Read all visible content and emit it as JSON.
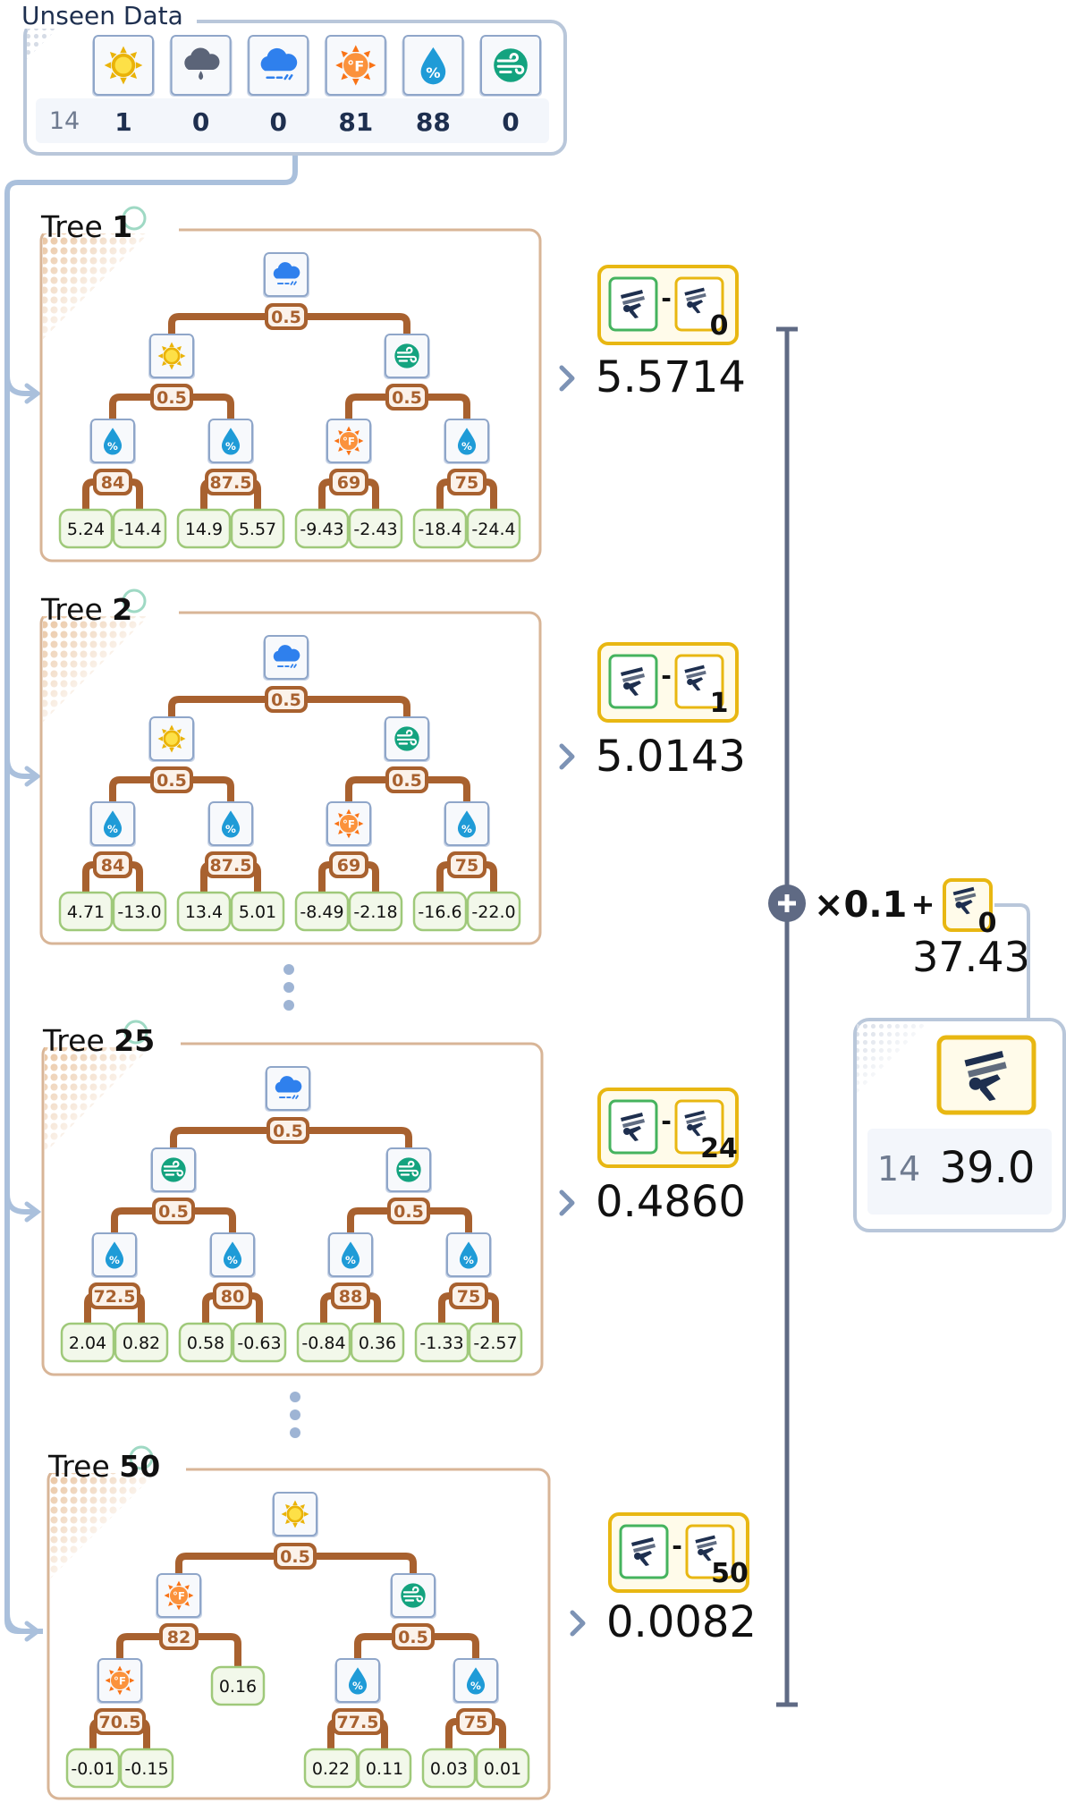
{
  "unseen_data": {
    "title": "Unseen Data",
    "row_id": "14",
    "features": [
      {
        "icon": "sun-icon",
        "value": "1"
      },
      {
        "icon": "rain-cloud-icon",
        "value": "0"
      },
      {
        "icon": "snow-cloud-icon",
        "value": "0"
      },
      {
        "icon": "temperature-icon",
        "value": "81"
      },
      {
        "icon": "humidity-icon",
        "value": "88"
      },
      {
        "icon": "wind-icon",
        "value": "0"
      }
    ]
  },
  "trees": [
    {
      "label": "Tree",
      "number": "1",
      "root": {
        "icon": "snow-cloud-icon",
        "threshold": "0.5"
      },
      "level2": [
        {
          "icon": "sun-icon",
          "threshold": "0.5"
        },
        {
          "icon": "wind-icon",
          "threshold": "0.5"
        }
      ],
      "level3": [
        {
          "icon": "humidity-icon",
          "threshold": "84",
          "leaves": [
            "5.24",
            "-14.4"
          ]
        },
        {
          "icon": "humidity-icon",
          "threshold": "87.5",
          "leaves": [
            "14.9",
            "5.57"
          ]
        },
        {
          "icon": "temperature-icon",
          "threshold": "69",
          "leaves": [
            "-9.43",
            "-2.43"
          ]
        },
        {
          "icon": "humidity-icon",
          "threshold": "75",
          "leaves": [
            "-18.4",
            "-24.4"
          ]
        }
      ],
      "residual_subscript": "0",
      "output": "5.5714"
    },
    {
      "label": "Tree",
      "number": "2",
      "root": {
        "icon": "snow-cloud-icon",
        "threshold": "0.5"
      },
      "level2": [
        {
          "icon": "sun-icon",
          "threshold": "0.5"
        },
        {
          "icon": "wind-icon",
          "threshold": "0.5"
        }
      ],
      "level3": [
        {
          "icon": "humidity-icon",
          "threshold": "84",
          "leaves": [
            "4.71",
            "-13.0"
          ]
        },
        {
          "icon": "humidity-icon",
          "threshold": "87.5",
          "leaves": [
            "13.4",
            "5.01"
          ]
        },
        {
          "icon": "temperature-icon",
          "threshold": "69",
          "leaves": [
            "-8.49",
            "-2.18"
          ]
        },
        {
          "icon": "humidity-icon",
          "threshold": "75",
          "leaves": [
            "-16.6",
            "-22.0"
          ]
        }
      ],
      "residual_subscript": "1",
      "output": "5.0143"
    },
    {
      "label": "Tree",
      "number": "25",
      "root": {
        "icon": "snow-cloud-icon",
        "threshold": "0.5"
      },
      "level2": [
        {
          "icon": "wind-icon",
          "threshold": "0.5"
        },
        {
          "icon": "wind-icon",
          "threshold": "0.5"
        }
      ],
      "level3": [
        {
          "icon": "humidity-icon",
          "threshold": "72.5",
          "leaves": [
            "2.04",
            "0.82"
          ]
        },
        {
          "icon": "humidity-icon",
          "threshold": "80",
          "leaves": [
            "0.58",
            "-0.63"
          ]
        },
        {
          "icon": "humidity-icon",
          "threshold": "88",
          "leaves": [
            "-0.84",
            "0.36"
          ]
        },
        {
          "icon": "humidity-icon",
          "threshold": "75",
          "leaves": [
            "-1.33",
            "-2.57"
          ]
        }
      ],
      "residual_subscript": "24",
      "output": "0.4860"
    },
    {
      "label": "Tree",
      "number": "50",
      "root": {
        "icon": "sun-icon",
        "threshold": "0.5"
      },
      "left": {
        "icon": "temperature-icon",
        "threshold": "82"
      },
      "right": {
        "icon": "wind-icon",
        "threshold": "0.5"
      },
      "left_leaf": "0.16",
      "left_child": {
        "icon": "temperature-icon",
        "threshold": "70.5",
        "leaves": [
          "-0.01",
          "-0.15"
        ]
      },
      "right_children": [
        {
          "icon": "humidity-icon",
          "threshold": "77.5",
          "leaves": [
            "0.22",
            "0.11"
          ]
        },
        {
          "icon": "humidity-icon",
          "threshold": "75",
          "leaves": [
            "0.03",
            "0.01"
          ]
        }
      ],
      "residual_subscript": "50",
      "output": "0.0082"
    }
  ],
  "ensemble": {
    "multiplier": "×0.1",
    "plus": "+",
    "base_subscript": "0",
    "base_value": "37.43"
  },
  "prediction": {
    "row_id": "14",
    "value": "39.0"
  },
  "colors": {
    "brown": "#a8612f",
    "tree_border": "#d8b597",
    "leaf_border": "#9fc97a",
    "leaf_fill": "#f2f8ea",
    "icon_border": "#8fa6c9",
    "gold": "#e8b712",
    "green": "#45b35e",
    "flow_line": "#aac0dc",
    "sum_line": "#5f6a84"
  }
}
